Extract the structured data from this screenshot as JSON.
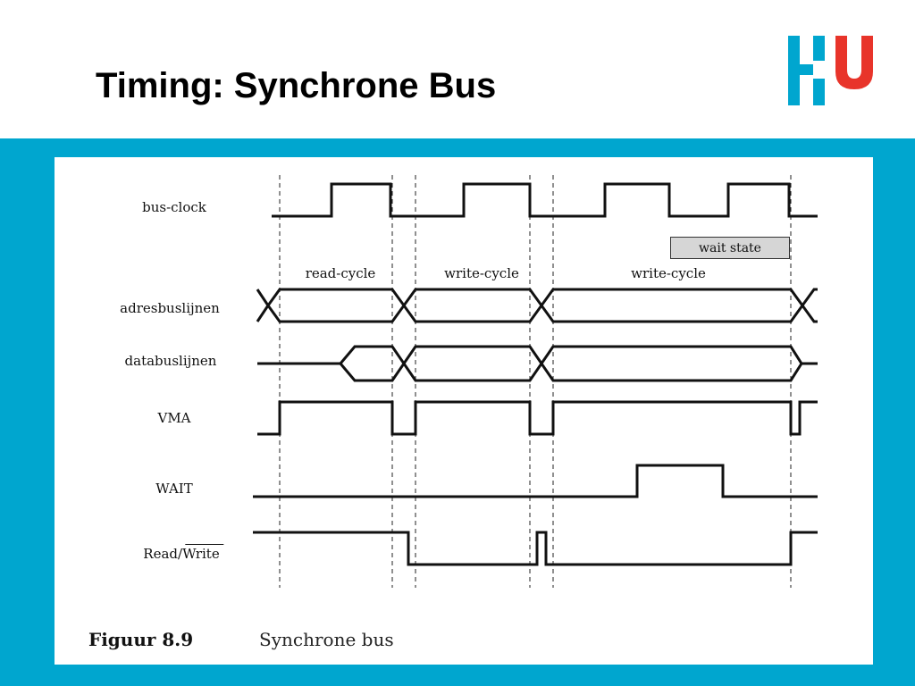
{
  "slide": {
    "title": "Timing: Synchrone Bus",
    "band_color": "#00a6cf",
    "logo": {
      "lettering": "HU",
      "blue": "#00a6cf",
      "red": "#e8342a"
    }
  },
  "diagram": {
    "signals": [
      {
        "id": "bus-clock",
        "label": "bus-clock"
      },
      {
        "id": "adresbus",
        "label": "adresbuslijnen"
      },
      {
        "id": "databus",
        "label": "databuslijnen"
      },
      {
        "id": "vma",
        "label": "VMA"
      },
      {
        "id": "wait",
        "label": "WAIT"
      },
      {
        "id": "rw",
        "label": "Read/Write"
      }
    ],
    "cycles": [
      {
        "label": "read-cycle"
      },
      {
        "label": "write-cycle"
      },
      {
        "label": "write-cycle"
      }
    ],
    "wait_state_label": "wait state",
    "figure_number": "Figuur 8.9",
    "caption": "Synchrone bus"
  }
}
